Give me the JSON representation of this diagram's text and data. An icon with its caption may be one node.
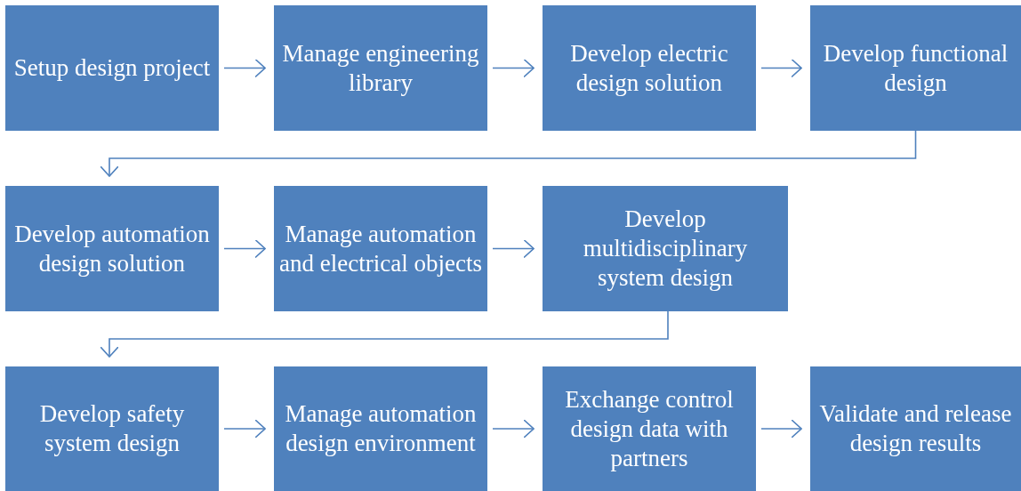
{
  "diagram": {
    "nodes": [
      {
        "text": [
          "Setup design project"
        ]
      },
      {
        "text": [
          "Manage engineering library"
        ]
      },
      {
        "text": [
          "Develop electric design solution"
        ]
      },
      {
        "text": [
          "Develop functional design"
        ]
      },
      {
        "text": [
          "Develop automation design solution"
        ]
      },
      {
        "text": [
          "Manage automation and electrical objects"
        ]
      },
      {
        "text": [
          "Develop multidisciplinary system design"
        ]
      },
      {
        "text": [
          "Develop safety system design"
        ]
      },
      {
        "text": [
          "Manage automation design environment"
        ]
      },
      {
        "text": [
          "Exchange control design data with partners"
        ]
      },
      {
        "text": [
          "Validate and release design results"
        ]
      }
    ],
    "edges": [
      {
        "from": 0,
        "to": 1,
        "arrow": "to"
      },
      {
        "from": 1,
        "to": 2,
        "arrow": "to"
      },
      {
        "from": 2,
        "to": 3,
        "arrow": "to"
      },
      {
        "from": 3,
        "to": 4,
        "arrow": "to"
      },
      {
        "from": 4,
        "to": 5,
        "arrow": "to"
      },
      {
        "from": 5,
        "to": 6,
        "arrow": "to"
      },
      {
        "from": 6,
        "to": 7,
        "arrow": "to"
      },
      {
        "from": 7,
        "to": 8,
        "arrow": "to"
      },
      {
        "from": 8,
        "to": 9,
        "arrow": "to"
      },
      {
        "from": 9,
        "to": 10,
        "arrow": "to"
      }
    ]
  }
}
